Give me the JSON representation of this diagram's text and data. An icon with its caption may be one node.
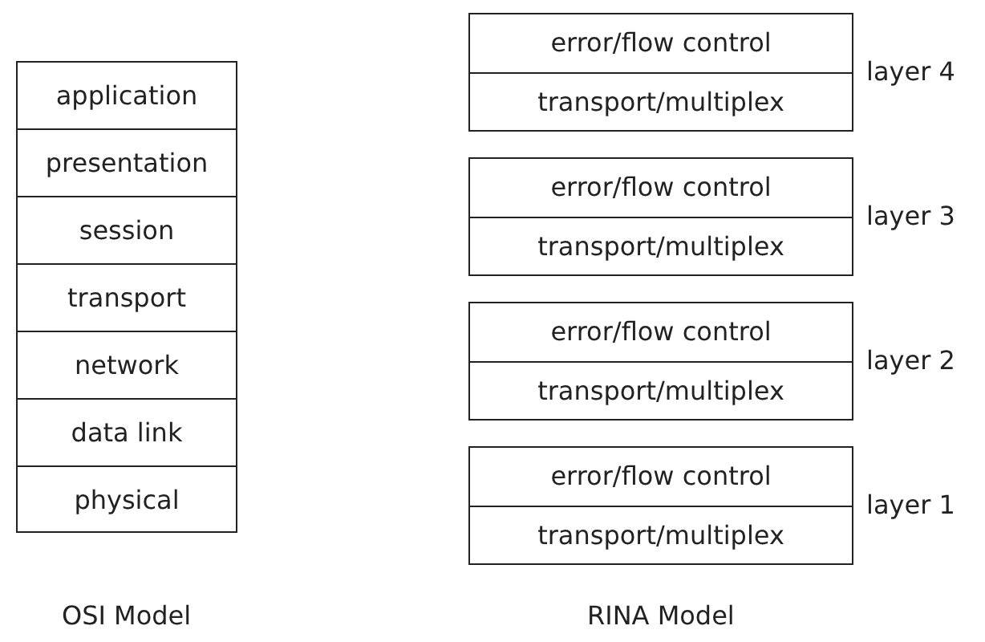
{
  "diagram": {
    "nodes": [
      {
        "text": [
          "application"
        ]
      },
      {
        "text": [
          "presentation"
        ]
      },
      {
        "text": [
          "session"
        ]
      },
      {
        "text": [
          "transport"
        ]
      },
      {
        "text": [
          "network"
        ]
      },
      {
        "text": [
          "data link"
        ]
      },
      {
        "text": [
          "physical"
        ]
      },
      {
        "text": [
          "error/flow control",
          "transport/multiplex"
        ],
        "beside": [
          "layer 4"
        ]
      },
      {
        "text": [
          "error/flow control",
          "transport/multiplex"
        ],
        "beside": [
          "layer 3"
        ]
      },
      {
        "text": [
          "error/flow control",
          "transport/multiplex"
        ],
        "beside": [
          "layer 2"
        ]
      },
      {
        "text": [
          "error/flow control",
          "transport/multiplex"
        ],
        "beside": [
          "layer 1"
        ]
      }
    ],
    "edges": [],
    "labels": [
      "OSI Model",
      "RINA Model"
    ]
  }
}
